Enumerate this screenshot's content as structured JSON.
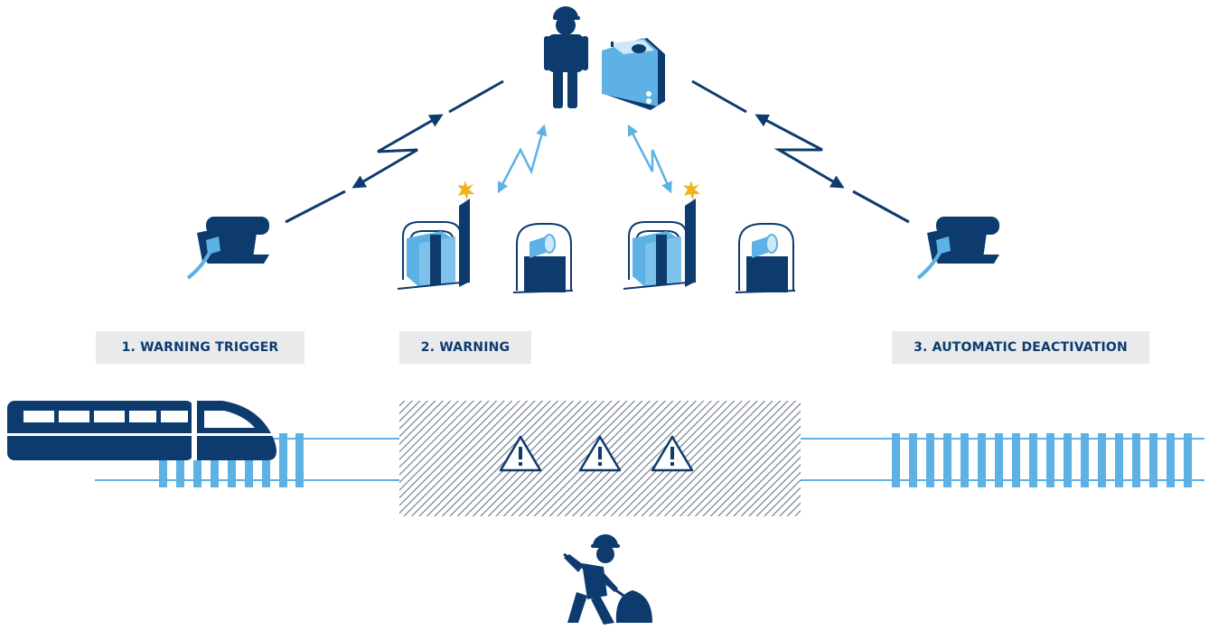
{
  "steps": [
    {
      "label": "1. WARNING TRIGGER"
    },
    {
      "label": "2. WARNING"
    },
    {
      "label": "3. AUTOMATIC DEACTIVATION"
    }
  ],
  "colors": {
    "dark_blue": "#0d3b6e",
    "light_blue": "#5db1e4",
    "label_bg": "#e9eaec",
    "spark": "#f2b21b"
  },
  "icons": [
    "supervisor-person-icon",
    "control-unit-icon",
    "rail-sensor-icon",
    "warning-light-icon",
    "siren-horn-icon",
    "train-icon",
    "warning-triangle-icon",
    "track-worker-icon",
    "radio-link-icon"
  ]
}
